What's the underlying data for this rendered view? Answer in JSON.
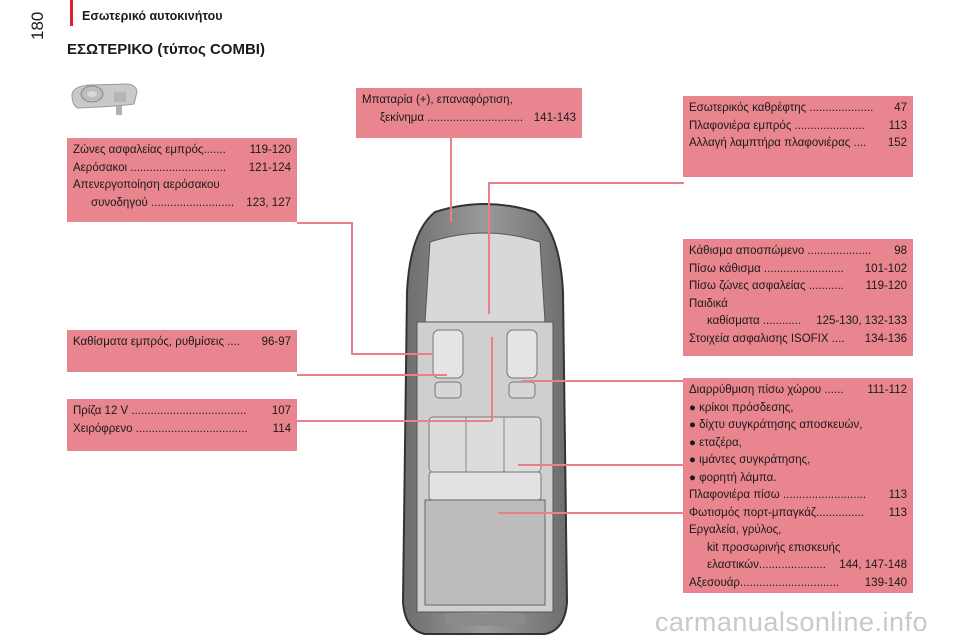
{
  "header": {
    "section": "Εσωτερικό αυτοκινήτου",
    "page_number": "180",
    "title": "ΕΣΩΤΕΡΙΚΟ (τύπος COMBI)"
  },
  "boxes": {
    "battery": {
      "lines": [
        {
          "text": "Μπαταρία (+), επαναφόρτιση,",
          "page": ""
        },
        {
          "text": "ξεκίνημα ..............................",
          "page": "141-143",
          "indent": true
        }
      ]
    },
    "mirror": {
      "lines": [
        {
          "text": "Εσωτερικός καθρέφτης ....................",
          "page": "47"
        },
        {
          "text": "Πλαφονιέρα εμπρός ......................",
          "page": "113"
        },
        {
          "text": "Αλλαγή λαμπτήρα πλαφονιέρας ....",
          "page": "152"
        }
      ]
    },
    "belts": {
      "lines": [
        {
          "text": "Ζώνες ασφαλείας εμπρός.......",
          "page": "119-120"
        },
        {
          "text": "Αερόσακοι ..............................",
          "page": "121-124"
        },
        {
          "text": "Απενεργοποίηση αερόσακου",
          "page": ""
        },
        {
          "text": "συνοδηγού ..........................",
          "page": "123, 127",
          "indent": true
        }
      ]
    },
    "rear_seats": {
      "lines": [
        {
          "text": "Κάθισμα αποσπώμενο ....................",
          "page": "98"
        },
        {
          "text": "Πίσω κάθισμα .........................",
          "page": "101-102"
        },
        {
          "text": "Πίσω ζώνες ασφαλείας ...........",
          "page": "119-120"
        },
        {
          "text": "Παιδικά",
          "page": ""
        },
        {
          "text": "καθίσματα ............",
          "page": "125-130, 132-133",
          "indent": true
        },
        {
          "text": "Στοιχεία ασφαλισης ISOFIX ....",
          "page": "134-136"
        }
      ]
    },
    "front_seats": {
      "lines": [
        {
          "text": "Καθίσματα εμπρός, ρυθμίσεις ....",
          "page": "96-97"
        }
      ]
    },
    "socket": {
      "lines": [
        {
          "text": "Πρίζα 12 V ....................................",
          "page": "107"
        },
        {
          "text": "Χειρόφρενο ...................................",
          "page": "114"
        }
      ]
    },
    "cargo": {
      "lines": [
        {
          "text": "Διαρρύθμιση πίσω χώρου ......",
          "page": "111-112"
        },
        {
          "text": "● κρίκοι πρόσδεσης,",
          "page": ""
        },
        {
          "text": "● δίχτυ συγκράτησης αποσκευών,",
          "page": ""
        },
        {
          "text": "● εταζέρα,",
          "page": ""
        },
        {
          "text": "● ιμάντες συγκράτησης,",
          "page": ""
        },
        {
          "text": "● φορητή λάμπα.",
          "page": ""
        },
        {
          "text": "Πλαφονιέρα πίσω ..........................",
          "page": "113"
        },
        {
          "text": "Φωτισμός πορτ-μπαγκάζ...............",
          "page": "113"
        },
        {
          "text": "Εργαλεία, γρύλος,",
          "page": ""
        },
        {
          "text": "kit προσωρινής επισκευής",
          "page": "",
          "indent": true
        },
        {
          "text": "ελαστικών.....................",
          "page": "144, 147-148",
          "indent": true
        },
        {
          "text": "Αξεσουάρ...............................",
          "page": "139-140"
        }
      ]
    }
  },
  "watermark": "carmanualsonline.info",
  "colors": {
    "box_fill": "#e9858e",
    "connector": "#e97f8b",
    "accent_bar": "#e0202b"
  }
}
